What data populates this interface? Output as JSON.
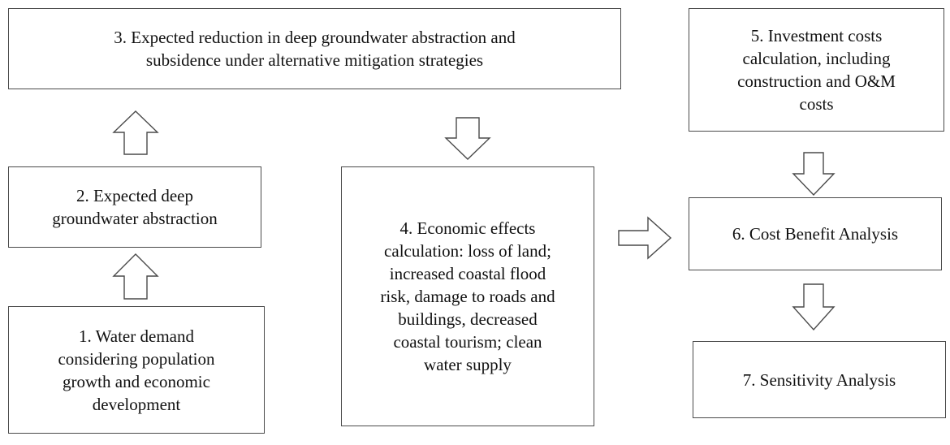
{
  "diagram": {
    "steps": [
      {
        "id": "step-1",
        "label": "1. Water demand\nconsidering population\ngrowth and economic\ndevelopment"
      },
      {
        "id": "step-2",
        "label": "2. Expected deep\ngroundwater abstraction"
      },
      {
        "id": "step-3",
        "label": "3. Expected reduction in deep groundwater abstraction and\nsubsidence under alternative mitigation strategies"
      },
      {
        "id": "step-4",
        "label": "4. Economic effects\ncalculation: loss of land;\nincreased coastal flood\nrisk, damage to roads and\nbuildings, decreased\ncoastal tourism; clean\nwater supply"
      },
      {
        "id": "step-5",
        "label": "5. Investment costs\ncalculation, including\nconstruction and O&M\ncosts"
      },
      {
        "id": "step-6",
        "label": "6. Cost Benefit Analysis"
      },
      {
        "id": "step-7",
        "label": "7. Sensitivity Analysis"
      }
    ],
    "flow": [
      {
        "from": "step-1",
        "to": "step-2",
        "direction": "up"
      },
      {
        "from": "step-2",
        "to": "step-3",
        "direction": "up"
      },
      {
        "from": "step-3",
        "to": "step-4",
        "direction": "down"
      },
      {
        "from": "step-4",
        "to": "step-6",
        "direction": "right"
      },
      {
        "from": "step-5",
        "to": "step-6",
        "direction": "down"
      },
      {
        "from": "step-6",
        "to": "step-7",
        "direction": "down"
      }
    ]
  }
}
